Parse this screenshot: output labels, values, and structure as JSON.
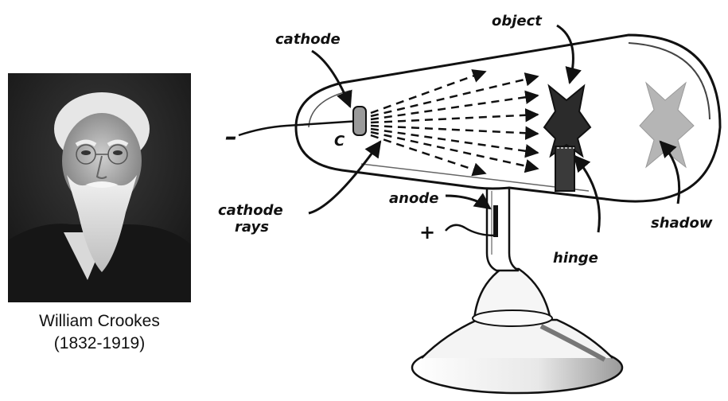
{
  "portrait": {
    "name": "William Crookes",
    "years": "(1832-1919)"
  },
  "diagram": {
    "labels": {
      "cathode": "cathode",
      "object": "object",
      "cathode_rays_line1": "cathode",
      "cathode_rays_line2": "rays",
      "anode": "anode",
      "hinge": "hinge",
      "shadow": "shadow",
      "cathode_letter": "C",
      "minus": "–",
      "plus": "+"
    }
  }
}
